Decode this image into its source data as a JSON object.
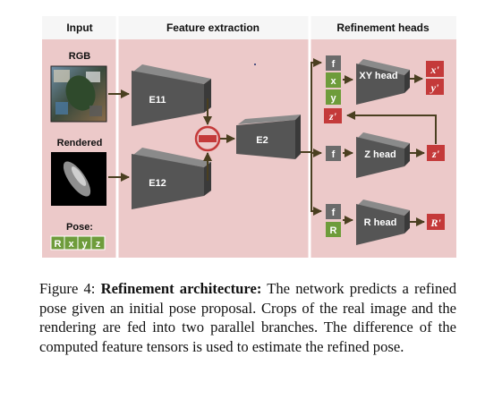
{
  "diagram": {
    "columns": {
      "input": "Input",
      "feature": "Feature extraction",
      "refine": "Refinement heads"
    },
    "inputs": {
      "rgb": "RGB",
      "rendered": "Rendered",
      "pose": "Pose:",
      "pose_tags": [
        "R",
        "x",
        "y",
        "z"
      ]
    },
    "encoders": {
      "e11": "E11",
      "e12": "E12",
      "e2": "E2"
    },
    "heads": {
      "xy": {
        "label": "XY head",
        "inputs": [
          "f",
          "x",
          "y"
        ],
        "outputs": [
          "x'",
          "y'"
        ]
      },
      "z": {
        "label": "Z head",
        "inputs": [
          "z'",
          "f"
        ],
        "outputs": [
          "z'"
        ]
      },
      "r": {
        "label": "R head",
        "inputs": [
          "f",
          "R"
        ],
        "outputs": [
          "R'"
        ]
      }
    },
    "colors": {
      "panel": "#ecc9c9",
      "header": "#f6f6f6",
      "encoder": "#555555",
      "feature_tag": "#6b6b6b",
      "input_tag": "#6e9c3b",
      "output_tag": "#c43a3a",
      "arrow": "#4a3f20",
      "subtract": "#c43a3a"
    }
  },
  "caption": {
    "label": "Figure 4:",
    "title": "Refinement architecture:",
    "text": "The network predicts a refined pose given an initial pose proposal.  Crops of the real image and the rendering are fed into two parallel branches. The difference of the computed feature tensors is used to estimate the refined pose."
  }
}
